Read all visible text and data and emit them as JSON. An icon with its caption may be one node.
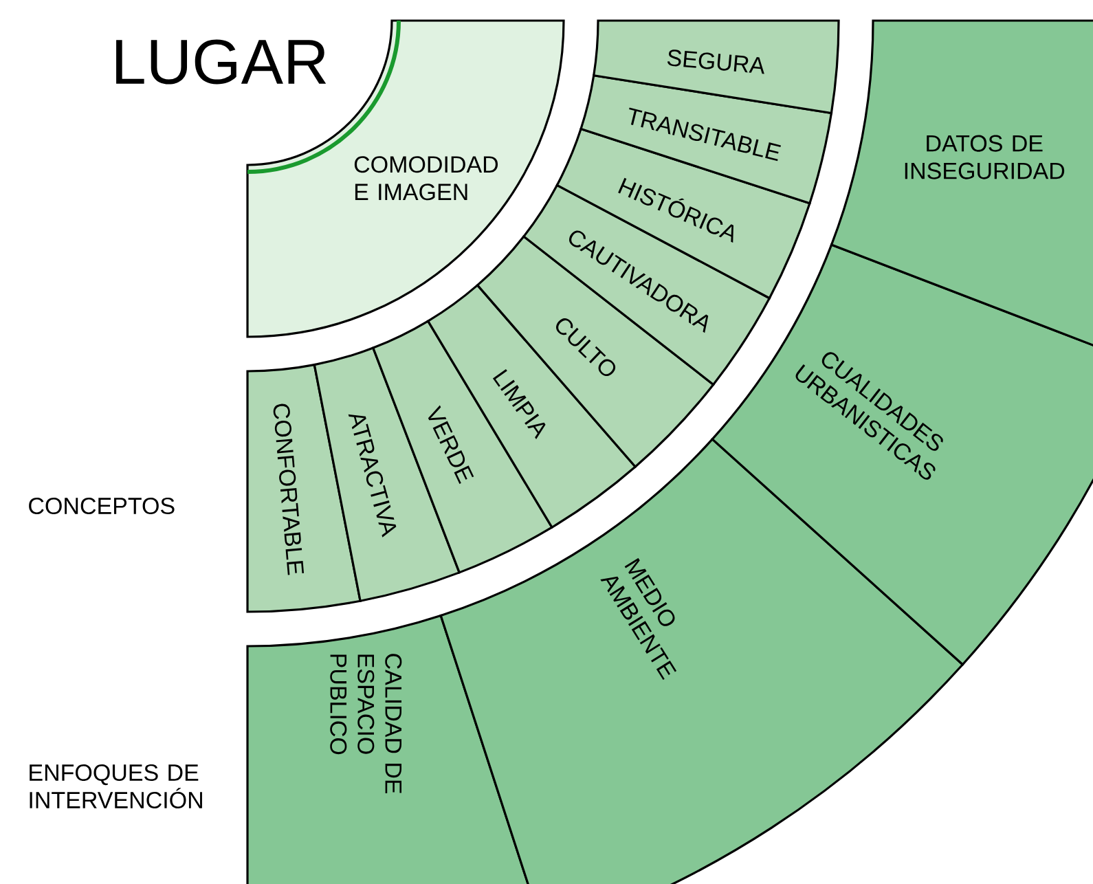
{
  "diagram": {
    "title": "LUGAR",
    "nodes": [
      {
        "text": [
          "COMODIDAD E IMAGEN"
        ]
      },
      {
        "text": [
          "CONFORTABLE"
        ]
      },
      {
        "text": [
          "ATRACTIVA"
        ]
      },
      {
        "text": [
          "VERDE"
        ]
      },
      {
        "text": [
          "LIMPIA"
        ]
      },
      {
        "text": [
          "CULTO"
        ]
      },
      {
        "text": [
          "CAUTIVADORA"
        ]
      },
      {
        "text": [
          "HISTÓRICA"
        ]
      },
      {
        "text": [
          "TRANSITABLE"
        ]
      },
      {
        "text": [
          "SEGURA"
        ]
      },
      {
        "text": [
          "CALIDAD DE ESPACIO PUBLICO"
        ]
      },
      {
        "text": [
          "MEDIO AMBIENTE"
        ]
      },
      {
        "text": [
          "CUALIDADES URBANISTICAS"
        ]
      },
      {
        "text": [
          "DATOS DE INSEGURIDAD"
        ]
      }
    ],
    "labels": [
      "CONCEPTOS",
      "ENFOQUES DE INTERVENCIÓN"
    ]
  }
}
